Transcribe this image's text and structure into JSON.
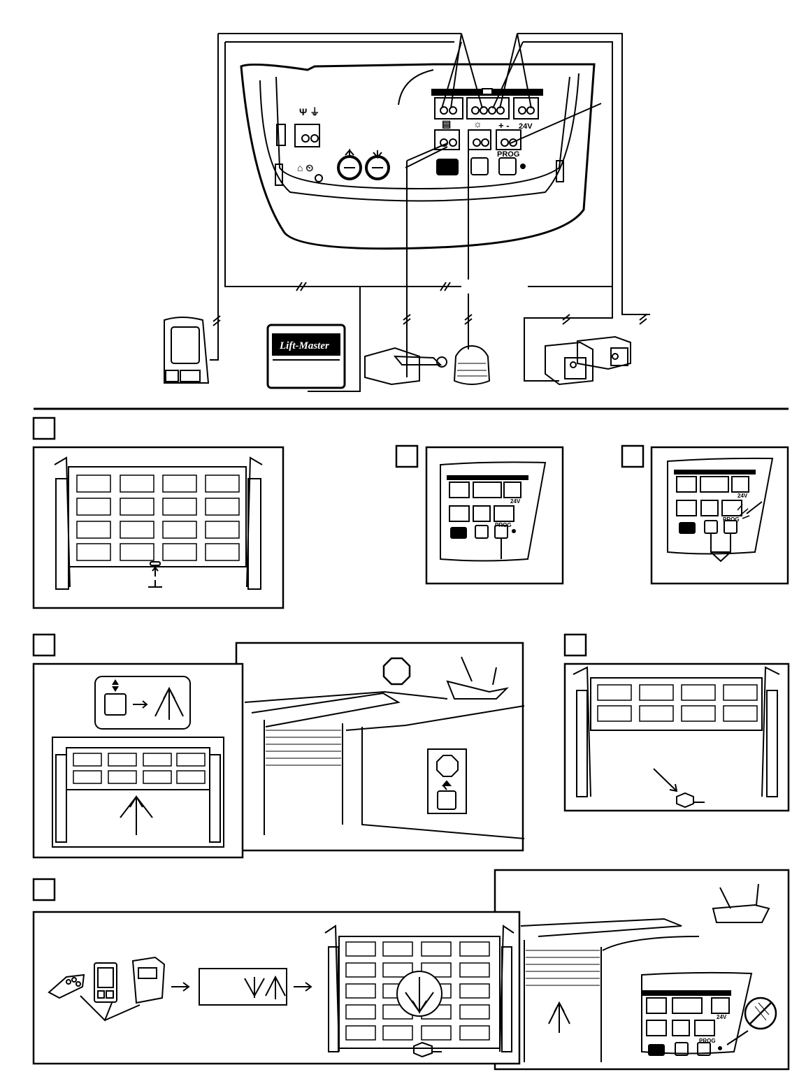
{
  "brand": {
    "name": "Lift-Master"
  },
  "panel": {
    "voltage_label": "24V",
    "plus_minus": "+ -",
    "prog_label": "PROG"
  },
  "step_panel_b": {
    "voltage_label": "24V",
    "prog_label": "PROG"
  },
  "step_panel_c": {
    "voltage_label": "24V",
    "prog_label": "PROG"
  },
  "step_panel_f": {
    "voltage_label": "24V",
    "prog_label": "PROG"
  },
  "icons": [
    "antenna-ground-icon",
    "light-bulb-icon",
    "up-down-arrow-icon",
    "wall-control-icon",
    "stop-sign-icon",
    "up-arrow-icon",
    "down-arrow-icon",
    "led-off-icon"
  ]
}
